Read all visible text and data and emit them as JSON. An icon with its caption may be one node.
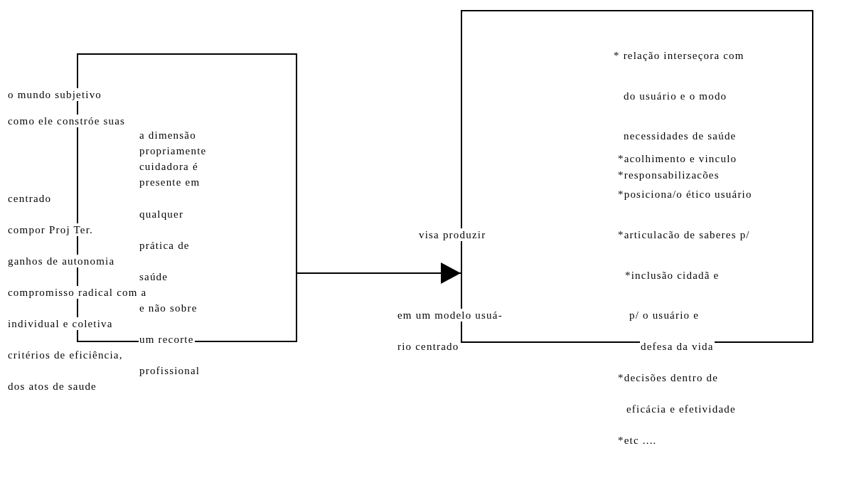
{
  "diagram": {
    "nodes": [
      {
        "text": [],
        "shape": "box"
      },
      {
        "text": [],
        "shape": "box"
      }
    ],
    "edges": [
      {
        "from": 0,
        "to": 1,
        "arrow": "to"
      }
    ],
    "labels": [
      "o mundo subjetivo",
      "como ele constróe suas",
      "a dimensão",
      "propriamente",
      "cuidadora é",
      "presente em",
      "centrado",
      "qualquer",
      "compor Proj Ter.",
      "prática de",
      "ganhos de autonomia",
      "saúde",
      "compromisso radical com a",
      "e não sobre",
      "individual e coletiva",
      "um recorte",
      "critérios de eficiência,",
      "profissional",
      "dos atos de saude",
      "visa produzir",
      "em um modelo usuá-",
      "rio centrado",
      "* relação interseçora com",
      "do usuário e o modo",
      "necessidades de saúde",
      "*acolhimento e vinculo",
      "*responsabilizacões",
      "*posiciona/o ético usuário",
      "*articulacão de saberes p/",
      "*inclusão cidadã e",
      "p/ o usuário e",
      "defesa da vida",
      "*decisões dentro de",
      "eficácia e efetividade",
      "*etc ...."
    ]
  }
}
